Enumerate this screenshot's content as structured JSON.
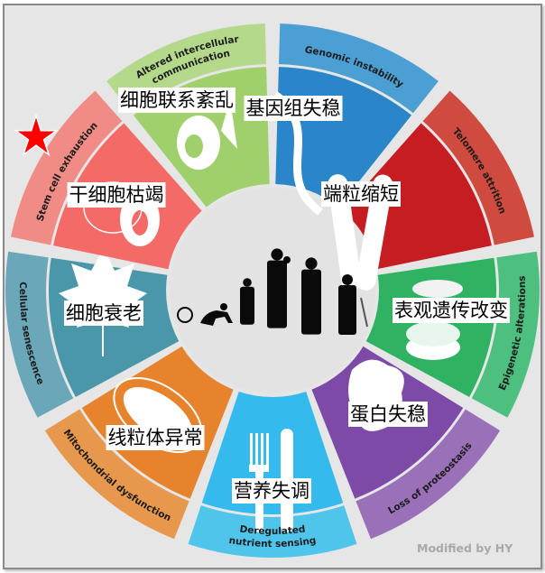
{
  "diagram": {
    "credit": "Modified by HY",
    "marker_icon": "red-star-icon",
    "marker_color": "#ff0000",
    "center_icon": "human-life-stages-silhouettes",
    "segments": [
      {
        "id": "genomic",
        "english": [
          "Genomic instability"
        ],
        "chinese": "基因组失稳",
        "outer_color": "#4b9fd3",
        "inner_color": "#2a86c9",
        "icon": "dna-helix-icon"
      },
      {
        "id": "telomere",
        "english": [
          "Telomere attrition"
        ],
        "chinese": "端粒缩短",
        "outer_color": "#cf4b40",
        "inner_color": "#c61d22",
        "icon": "chromosome-icon"
      },
      {
        "id": "epigenetic",
        "english": [
          "Epigenetic alterations"
        ],
        "chinese": "表观遗传改变",
        "outer_color": "#4dbf7f",
        "inner_color": "#2fb262",
        "icon": "nucleosome-icon"
      },
      {
        "id": "proteostasis",
        "english": [
          "Loss of proteostasis"
        ],
        "chinese": "蛋白失稳",
        "outer_color": "#9a70b8",
        "inner_color": "#7d4ba7",
        "icon": "protein-structure-icon"
      },
      {
        "id": "nutrient",
        "english": [
          "Deregulated",
          "nutrient sensing"
        ],
        "chinese": "营养失调",
        "outer_color": "#50c5ec",
        "inner_color": "#35baee",
        "icon": "fork-knife-icon"
      },
      {
        "id": "mito",
        "english": [
          "Mitochondrial dysfunction"
        ],
        "chinese": "线粒体异常",
        "outer_color": "#e8984c",
        "inner_color": "#e6832c",
        "icon": "mitochondrion-icon"
      },
      {
        "id": "senescence",
        "english": [
          "Cellular senescence"
        ],
        "chinese": "细胞衰老",
        "outer_color": "#6aa7b8",
        "inner_color": "#4a97a9",
        "icon": "maple-leaf-icon"
      },
      {
        "id": "stemcell",
        "english": [
          "Stem cell exhaustion"
        ],
        "chinese": "干细胞枯竭",
        "outer_color": "#f08b85",
        "inner_color": "#f46a67",
        "icon": "stem-cell-icon"
      },
      {
        "id": "intercellular",
        "english": [
          "Altered intercellular",
          "communication"
        ],
        "chinese": "细胞联系紊乱",
        "outer_color": "#b5d98b",
        "inner_color": "#9fd06b",
        "icon": "cell-communication-icon"
      }
    ]
  }
}
